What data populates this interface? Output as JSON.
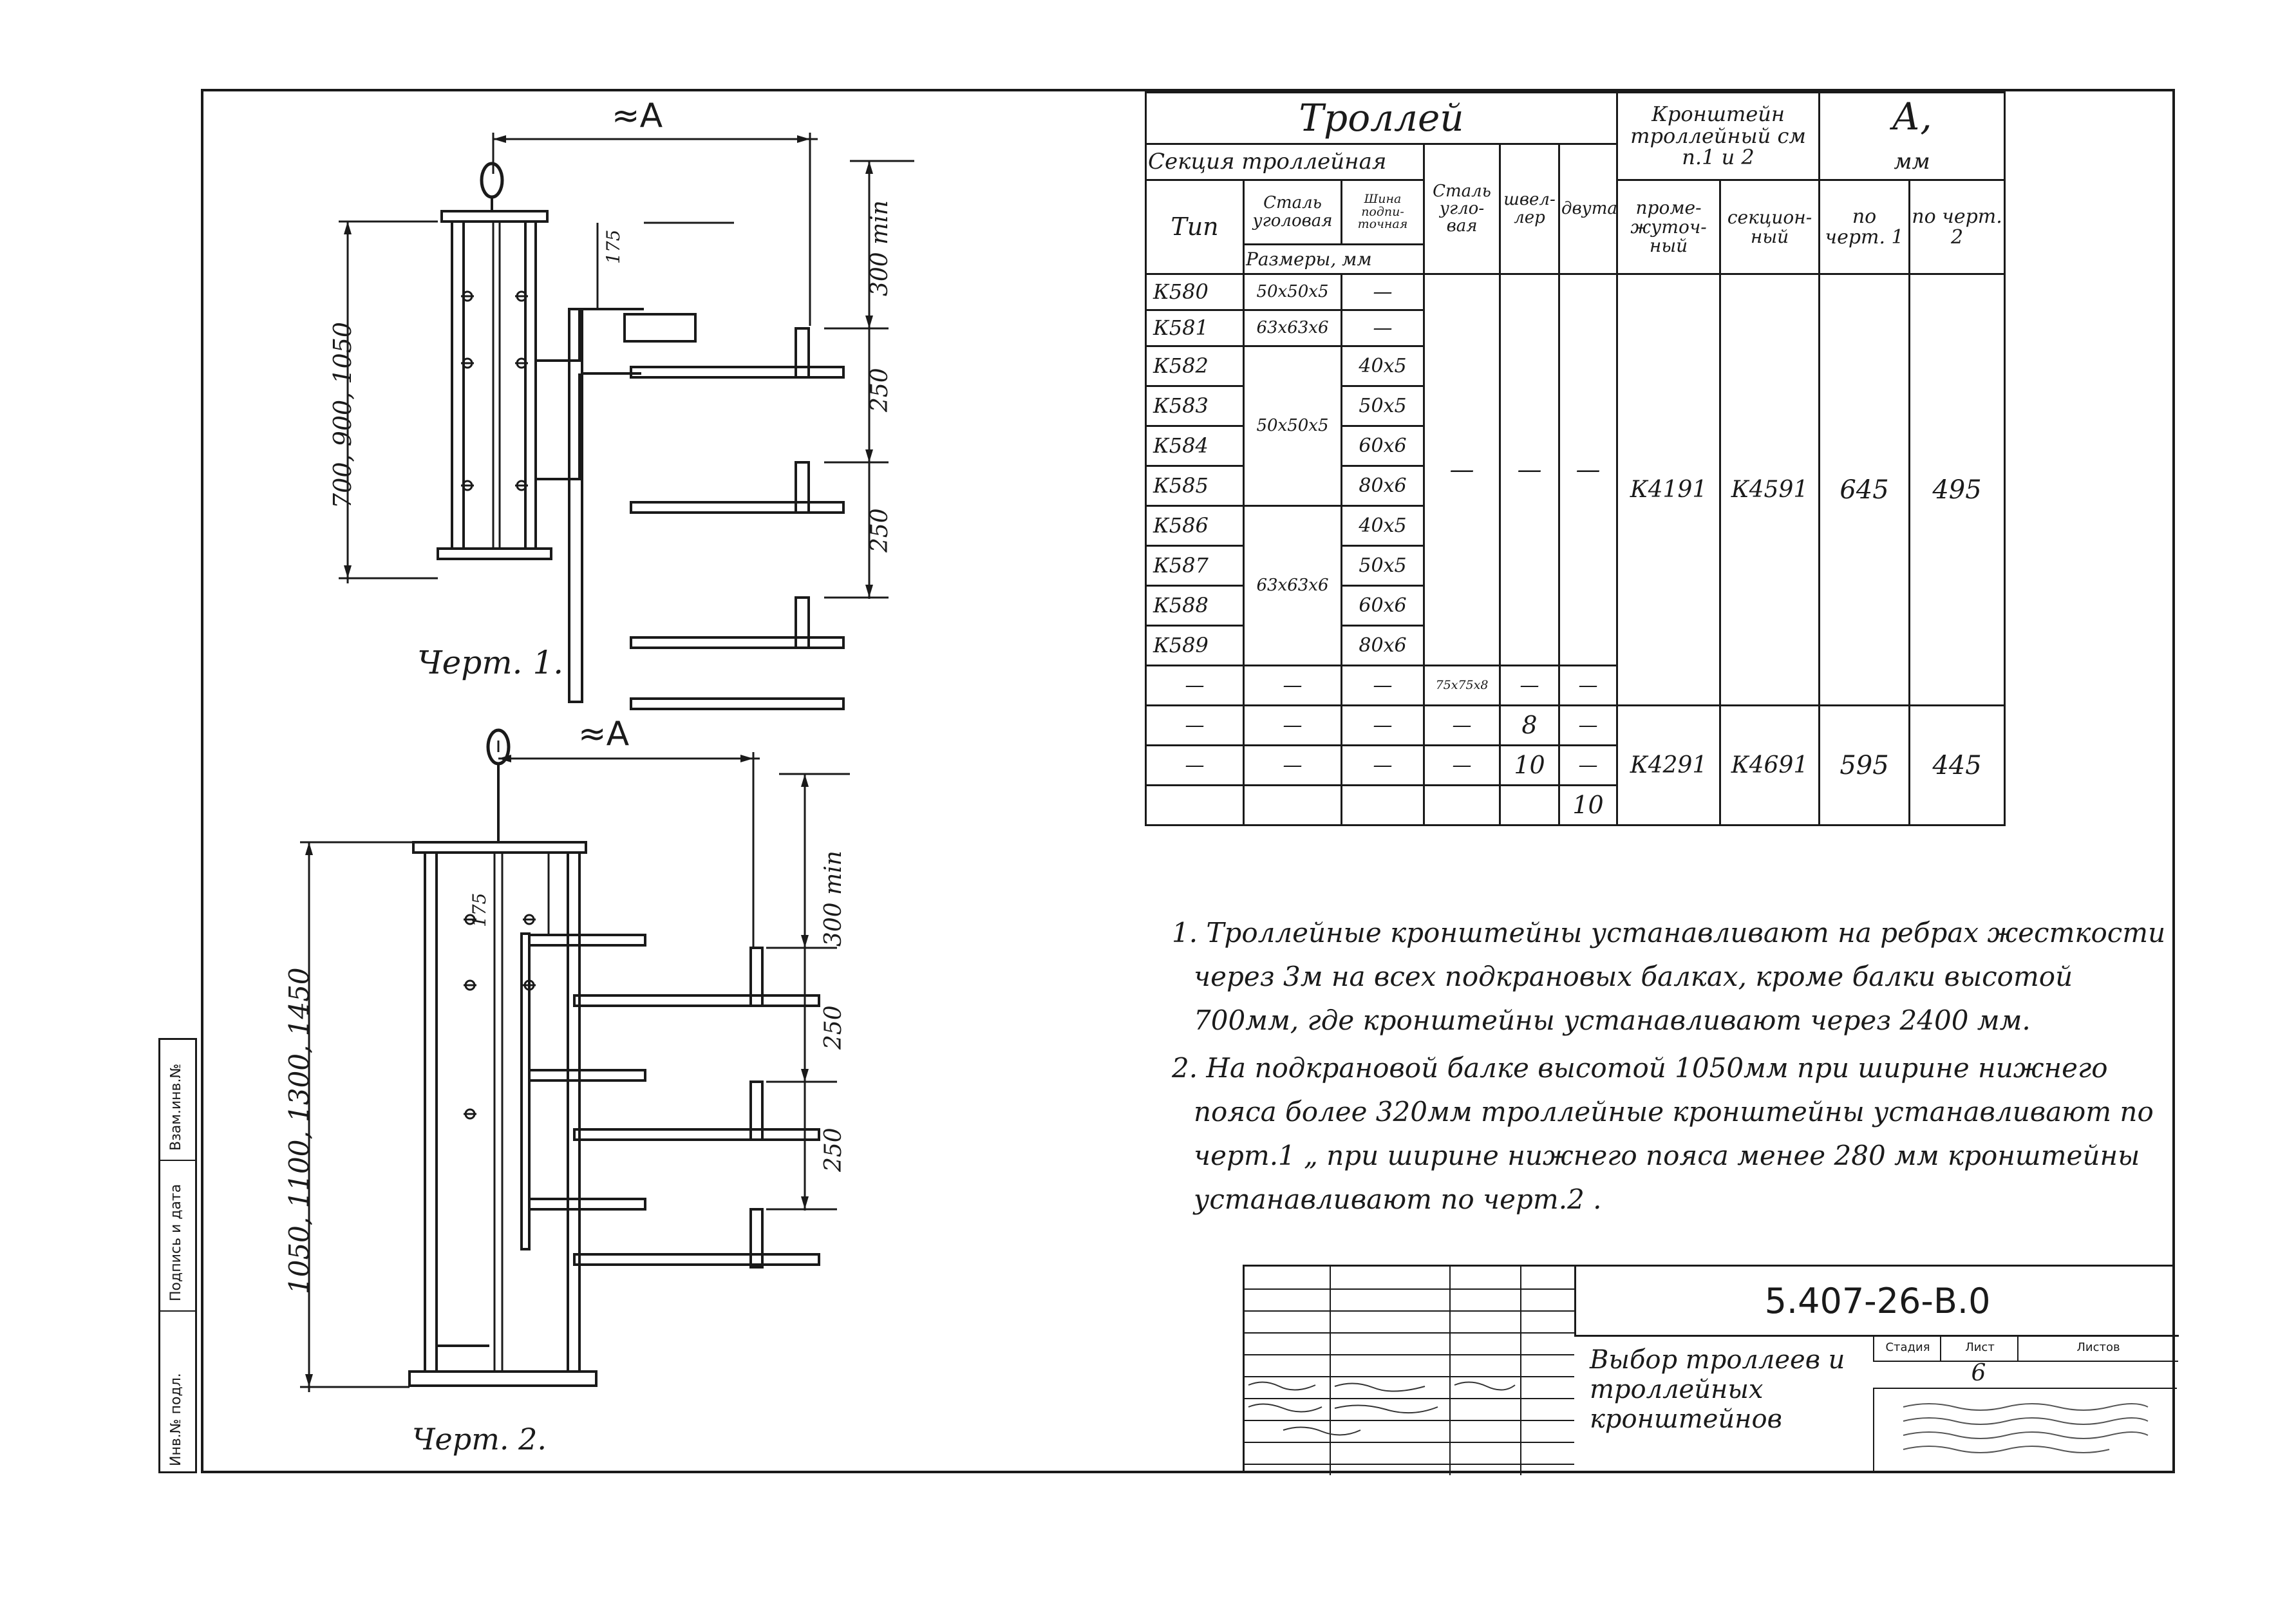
{
  "drawings": {
    "fig1": {
      "caption": "Черт. 1.",
      "dim_a": "≈A",
      "dim_height": "700, 900, 1050",
      "dim_175": "175",
      "dim_300": "300 min",
      "dim_250_a": "250",
      "dim_250_b": "250"
    },
    "fig2": {
      "caption": "Черт. 2.",
      "dim_a": "≈A",
      "dim_height": "1050, 1100, 1300, 1450",
      "dim_175": "175",
      "dim_300": "300 min",
      "dim_250_a": "250",
      "dim_250_b": "250"
    }
  },
  "table": {
    "h_trolley": "Троллей",
    "h_section": "Секция троллейная",
    "h_type": "Тип",
    "h_angle_steel": "Сталь уголовая",
    "h_bus": "Шина подпи-точная",
    "h_sizes": "Размеры, мм",
    "h_steel_angle": "Сталь угло-вая",
    "h_channel": "швел-лер",
    "h_ibeam": "двутавр",
    "h_bracket": "Кронштейн троллейный см п.1 и 2",
    "h_intermediate": "проме-жуточ-ный",
    "h_sectional": "секцион-ный",
    "h_a": "А,",
    "h_mm": "мм",
    "h_fig1": "по черт. 1",
    "h_fig2": "по черт. 2",
    "rows": [
      {
        "type": "К580",
        "angle": "50x50x5",
        "bus": "—"
      },
      {
        "type": "К581",
        "angle": "63x63x6",
        "bus": "—"
      },
      {
        "type": "К582",
        "angle": "",
        "bus": "40x5"
      },
      {
        "type": "К583",
        "angle": "",
        "bus": "50x5"
      },
      {
        "type": "К584",
        "angle": "50x50x5",
        "bus": "60x6"
      },
      {
        "type": "К585",
        "angle": "",
        "bus": "80x6"
      },
      {
        "type": "К586",
        "angle": "",
        "bus": "40x5"
      },
      {
        "type": "К587",
        "angle": "63x63x6",
        "bus": "50x5"
      },
      {
        "type": "К588",
        "angle": "",
        "bus": "60x6"
      },
      {
        "type": "К589",
        "angle": "",
        "bus": "80x6"
      }
    ],
    "group1": {
      "steel": "—",
      "channel": "—",
      "ibeam": "—",
      "intermediate": "К4191",
      "sectional": "К4591",
      "a1": "645",
      "a2": "495"
    },
    "r11": {
      "type": "—",
      "angle": "—",
      "bus": "—",
      "steel": "75x75x8",
      "channel": "—",
      "ibeam": "—"
    },
    "r12": {
      "type": "—",
      "angle": "—",
      "bus": "—",
      "steel": "—",
      "channel": "8",
      "ibeam": "—"
    },
    "r13": {
      "type": "—",
      "angle": "—",
      "bus": "—",
      "steel": "—",
      "channel": "10",
      "ibeam": "—"
    },
    "r14": {
      "ibeam": "10"
    },
    "group2": {
      "intermediate": "К4291",
      "sectional": "К4691",
      "a1": "595",
      "a2": "445"
    }
  },
  "notes": [
    "1. Троллейные кронштейны устанавливают на ребрах жесткости через 3м на всех подкрановых балках, кроме балки высотой 700мм, где кронштейны устанавливают через 2400 мм.",
    "2. На подкрановой балке высотой 1050мм при ширине нижнего пояса более 320мм троллейные кронштейны устанавливают по черт.1 „ при ширине нижнего пояса менее 280 мм кронштейны устанавливают по черт.2 ."
  ],
  "title_block": {
    "code": "5.407-26-В.0",
    "title": "Выбор троллеев и троллейных кронштейнов",
    "stage": "Стадия",
    "sheet": "Лист",
    "sheets": "Листов",
    "sheet_no": "6"
  },
  "margin": {
    "inv": "Инв.№ подл.",
    "sign_date": "Подпись и дата",
    "replace": "Взам.инв.№"
  }
}
